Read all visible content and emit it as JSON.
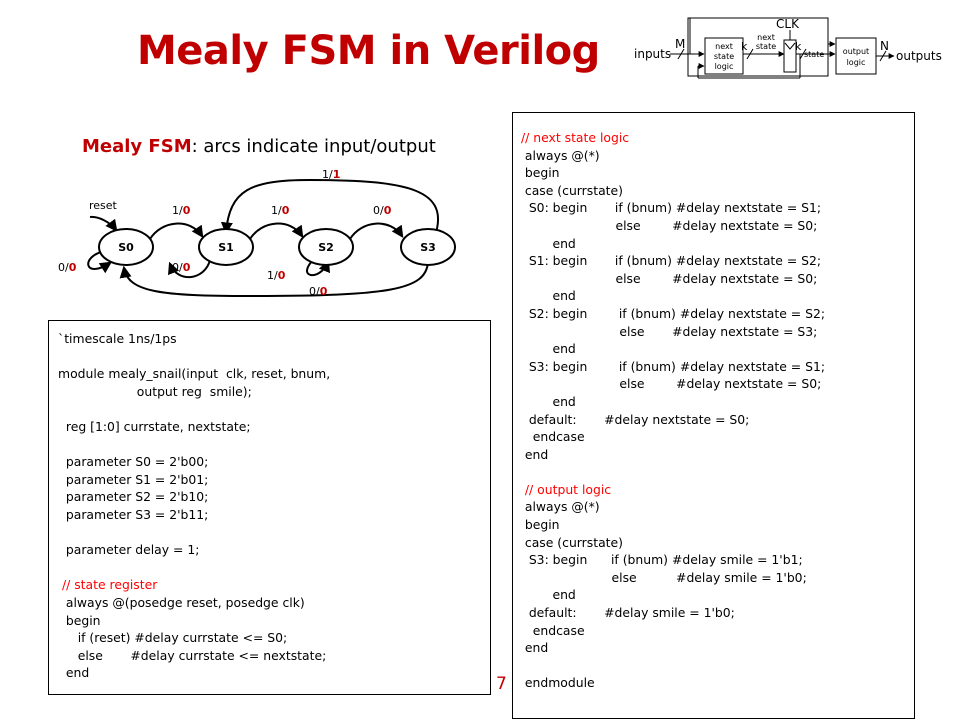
{
  "title": "Mealy FSM in Verilog",
  "caption": {
    "bold": "Mealy FSM",
    "rest": ": arcs indicate input/output"
  },
  "block": {
    "clk": "CLK",
    "inputs": "inputs",
    "outputs": "outputs",
    "M": "M",
    "N": "N",
    "k1": "k",
    "k2": "k",
    "next_state_logic": [
      "next",
      "state",
      "logic"
    ],
    "next_state": [
      "next",
      "state"
    ],
    "state": "state",
    "output_logic": [
      "output",
      "logic"
    ]
  },
  "fsm": {
    "states": [
      "S0",
      "S1",
      "S2",
      "S3"
    ],
    "reset": "reset",
    "arcs": [
      {
        "in": "0/",
        "out": "0"
      },
      {
        "in": "1/",
        "out": "0"
      },
      {
        "in": "0/",
        "out": "0"
      },
      {
        "in": "1/",
        "out": "0"
      },
      {
        "in": "1/",
        "out": "0"
      },
      {
        "in": "0/",
        "out": "0"
      },
      {
        "in": "0/",
        "out": "0"
      },
      {
        "in": "1/",
        "out": "1"
      }
    ]
  },
  "code_left": [
    {
      "t": "`timescale 1ns/1ps",
      "c": false
    },
    {
      "t": "",
      "c": false
    },
    {
      "t": "module mealy_snail(input  clk, reset, bnum,",
      "c": false
    },
    {
      "t": "                    output reg  smile);",
      "c": false
    },
    {
      "t": "",
      "c": false
    },
    {
      "t": "  reg [1:0] currstate, nextstate;",
      "c": false
    },
    {
      "t": "",
      "c": false
    },
    {
      "t": "  parameter S0 = 2'b00;",
      "c": false
    },
    {
      "t": "  parameter S1 = 2'b01;",
      "c": false
    },
    {
      "t": "  parameter S2 = 2'b10;",
      "c": false
    },
    {
      "t": "  parameter S3 = 2'b11;",
      "c": false
    },
    {
      "t": "",
      "c": false
    },
    {
      "t": "  parameter delay = 1;",
      "c": false
    },
    {
      "t": "",
      "c": false
    },
    {
      "t": " // state register",
      "c": true
    },
    {
      "t": "  always @(posedge reset, posedge clk)",
      "c": false
    },
    {
      "t": "  begin",
      "c": false
    },
    {
      "t": "     if (reset) #delay currstate <= S0;",
      "c": false
    },
    {
      "t": "     else       #delay currstate <= nextstate;",
      "c": false
    },
    {
      "t": "  end",
      "c": false
    }
  ],
  "code_right": [
    {
      "t": " // next state logic",
      "c": true
    },
    {
      "t": "  always @(*)",
      "c": false
    },
    {
      "t": "  begin",
      "c": false
    },
    {
      "t": "  case (currstate)",
      "c": false
    },
    {
      "t": "   S0: begin       if (bnum) #delay nextstate = S1;",
      "c": false
    },
    {
      "t": "                         else        #delay nextstate = S0;",
      "c": false
    },
    {
      "t": "         end",
      "c": false
    },
    {
      "t": "   S1: begin       if (bnum) #delay nextstate = S2;",
      "c": false
    },
    {
      "t": "                         else        #delay nextstate = S0;",
      "c": false
    },
    {
      "t": "         end",
      "c": false
    },
    {
      "t": "   S2: begin        if (bnum) #delay nextstate = S2;",
      "c": false
    },
    {
      "t": "                          else       #delay nextstate = S3;",
      "c": false
    },
    {
      "t": "         end",
      "c": false
    },
    {
      "t": "   S3: begin        if (bnum) #delay nextstate = S1;",
      "c": false
    },
    {
      "t": "                          else        #delay nextstate = S0;",
      "c": false
    },
    {
      "t": "         end",
      "c": false
    },
    {
      "t": "   default:       #delay nextstate = S0;",
      "c": false
    },
    {
      "t": "    endcase",
      "c": false
    },
    {
      "t": "  end",
      "c": false
    },
    {
      "t": "",
      "c": false
    },
    {
      "t": "  // output logic",
      "c": true
    },
    {
      "t": "  always @(*)",
      "c": false
    },
    {
      "t": "  begin",
      "c": false
    },
    {
      "t": "  case (currstate)",
      "c": false
    },
    {
      "t": "   S3: begin      if (bnum) #delay smile = 1'b1;",
      "c": false
    },
    {
      "t": "                        else          #delay smile = 1'b0;",
      "c": false
    },
    {
      "t": "         end",
      "c": false
    },
    {
      "t": "   default:       #delay smile = 1'b0;",
      "c": false
    },
    {
      "t": "    endcase",
      "c": false
    },
    {
      "t": "  end",
      "c": false
    },
    {
      "t": "",
      "c": false
    },
    {
      "t": "  endmodule",
      "c": false
    }
  ],
  "page_number": "7"
}
